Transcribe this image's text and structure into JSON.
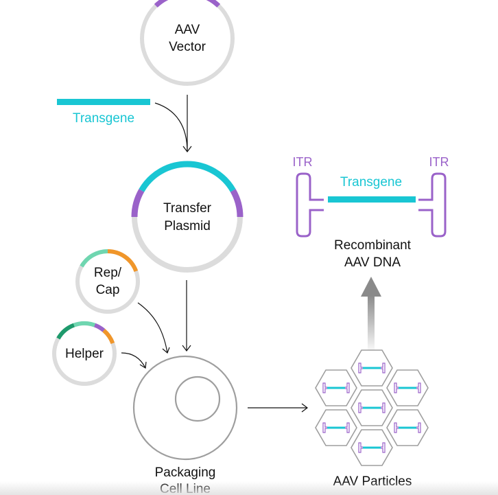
{
  "labels": {
    "aav_vector_line1": "AAV",
    "aav_vector_line2": "Vector",
    "transgene": "Transgene",
    "transfer_plasmid_line1": "Transfer",
    "transfer_plasmid_line2": "Plasmid",
    "rep_cap_line1": "Rep/",
    "rep_cap_line2": "Cap",
    "helper": "Helper",
    "packaging_line1": "Packaging",
    "packaging_line2": "Cell Line",
    "itr_left": "ITR",
    "itr_right": "ITR",
    "recombinant_transgene": "Transgene",
    "recombinant_line1": "Recombinant",
    "recombinant_line2": "AAV DNA",
    "aav_particles": "AAV Particles"
  },
  "colors": {
    "teal": "#19c6d3",
    "purple": "#9a62c9",
    "orange": "#f0962a",
    "mint": "#6fd6b0",
    "dark_green": "#1e9a6c",
    "gray_ring": "#dcdcdc",
    "gray_line": "#9e9e9e",
    "text": "#111111"
  }
}
